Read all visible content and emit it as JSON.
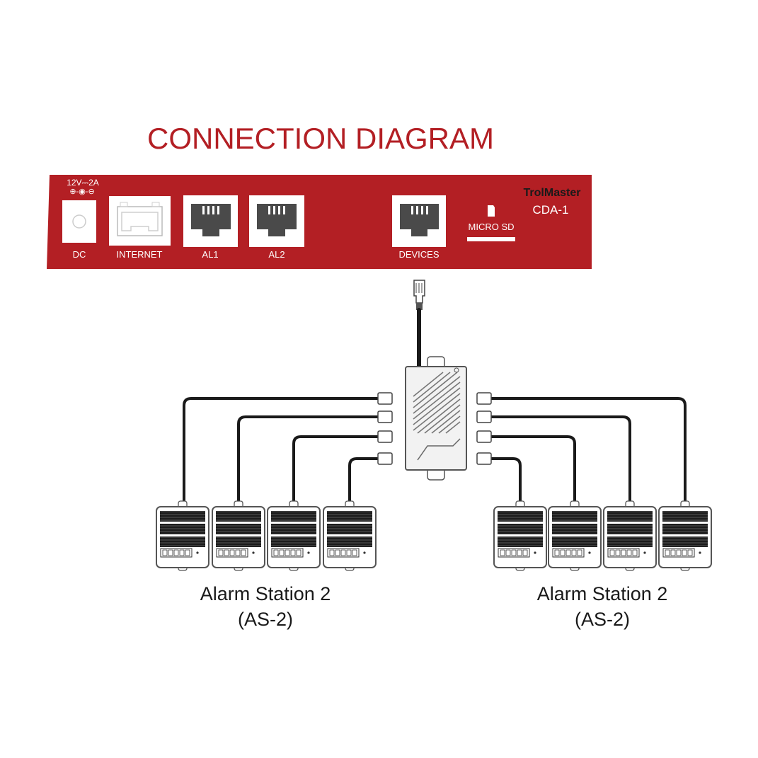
{
  "title": "CONNECTION DIAGRAM",
  "colors": {
    "title": "#b31f24",
    "panel": "#b31f24",
    "panel_text": "#ffffff",
    "port_dark": "#4a4a4a",
    "cable": "#1a1a1a",
    "hub": "#f2f2f2"
  },
  "controller": {
    "power_rating": "12V⎓2A",
    "polarity": "⊕-◉-⊖",
    "brand": "TrolMaster",
    "model": "CDA-1",
    "ports": {
      "dc": "DC",
      "internet": "INTERNET",
      "al1": "AL1",
      "al2": "AL2",
      "devices": "DEVICES",
      "micro_sd": "MICRO SD"
    },
    "sd_icon": "sd-card-icon"
  },
  "hub": {
    "icon": "splitter-hub-icon"
  },
  "groups": [
    {
      "name": "Alarm Station 2",
      "code": "(AS-2)"
    },
    {
      "name": "Alarm Station 2",
      "code": "(AS-2)"
    }
  ]
}
